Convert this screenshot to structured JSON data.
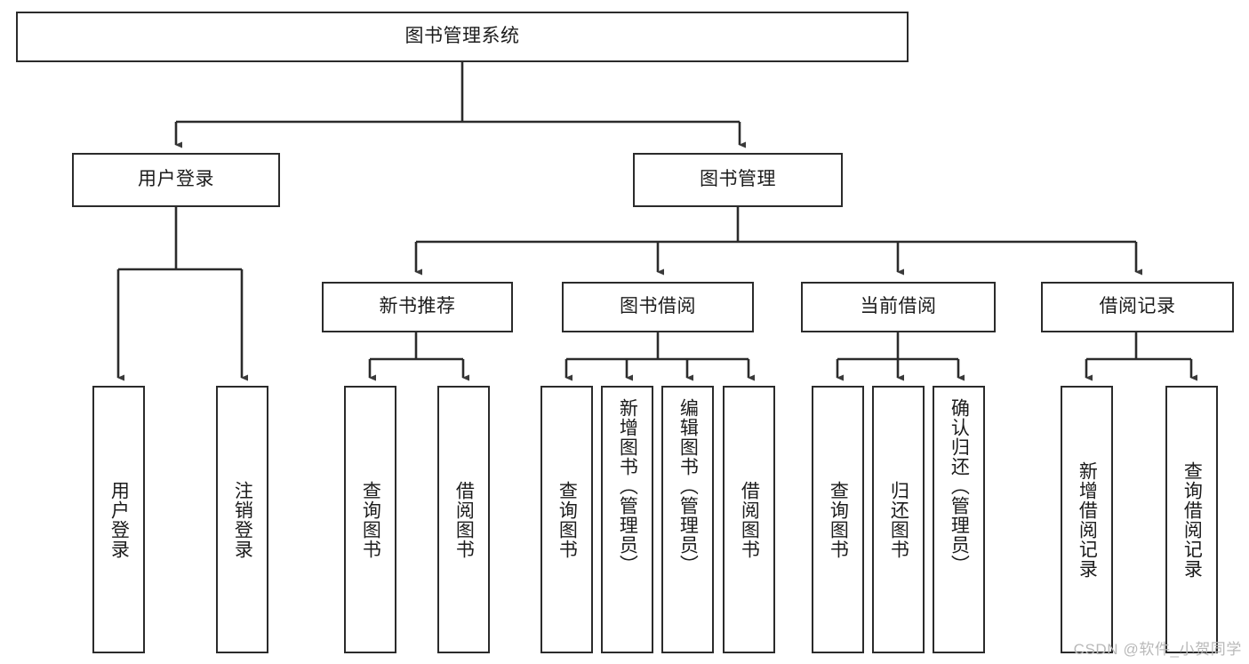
{
  "diagram": {
    "title": "图书管理系统",
    "watermark": "CSDN @软件_小贺同学",
    "line_color": "#2b2b2b",
    "box_fill": "#ffffff",
    "text_color": "#1c1c1c",
    "root": {
      "label": "图书管理系统"
    },
    "level2": [
      {
        "label": "用户登录"
      },
      {
        "label": "图书管理"
      }
    ],
    "level3": [
      {
        "label": "新书推荐"
      },
      {
        "label": "图书借阅"
      },
      {
        "label": "当前借阅"
      },
      {
        "label": "借阅记录"
      }
    ],
    "leaves": [
      {
        "label": "用户登录",
        "parent": "用户登录"
      },
      {
        "label": "注销登录",
        "parent": "用户登录"
      },
      {
        "label": "查询图书",
        "parent": "新书推荐"
      },
      {
        "label": "借阅图书",
        "parent": "新书推荐"
      },
      {
        "label": "查询图书",
        "parent": "图书借阅"
      },
      {
        "label": "新增图书（管理员）",
        "parent": "图书借阅"
      },
      {
        "label": "编辑图书（管理员）",
        "parent": "图书借阅"
      },
      {
        "label": "借阅图书",
        "parent": "图书借阅"
      },
      {
        "label": "查询图书",
        "parent": "当前借阅"
      },
      {
        "label": "归还图书",
        "parent": "当前借阅"
      },
      {
        "label": "确认归还（管理员）",
        "parent": "当前借阅"
      },
      {
        "label": "新增借阅记录",
        "parent": "借阅记录"
      },
      {
        "label": "查询借阅记录",
        "parent": "借阅记录"
      }
    ]
  }
}
